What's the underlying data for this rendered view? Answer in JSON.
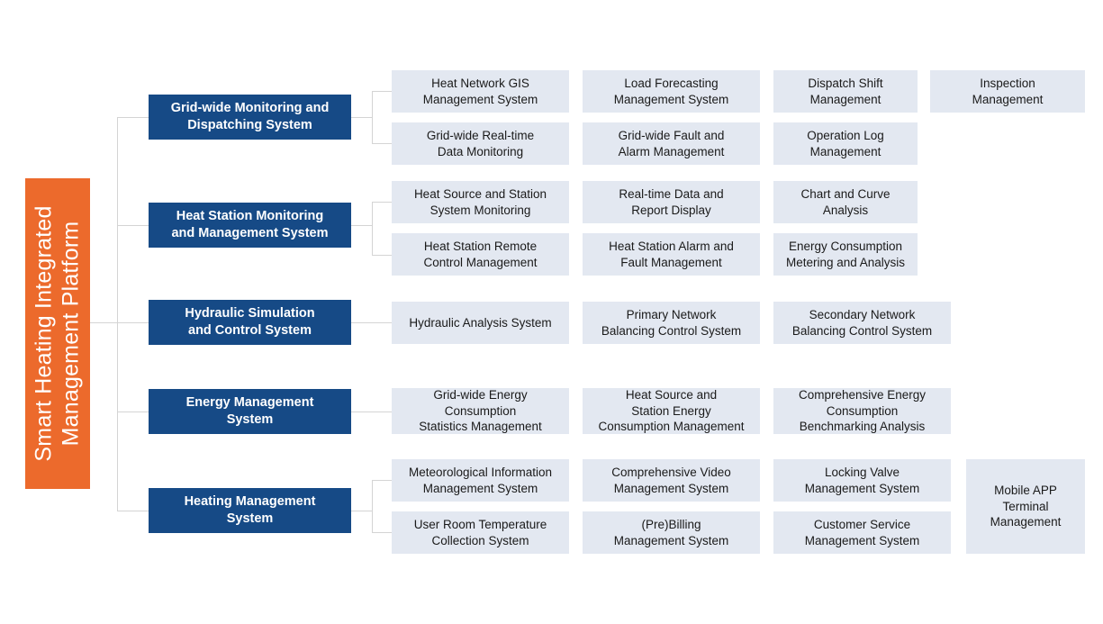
{
  "root": {
    "line1": "Smart Heating Integrated",
    "line2": "Management Platform",
    "color": "#ec6a2c"
  },
  "theme": {
    "level1_color": "#164a86",
    "level2_color": "#e3e8f1",
    "connector_color": "#d4d4d4",
    "background": "#ffffff"
  },
  "branches": [
    {
      "title_line1": "Grid-wide Monitoring and",
      "title_line2": "Dispatching System",
      "rows": [
        [
          {
            "line1": "Heat Network GIS",
            "line2": "Management System"
          },
          {
            "line1": "Load Forecasting",
            "line2": "Management System"
          },
          {
            "line1": "Dispatch Shift",
            "line2": "Management"
          },
          {
            "line1": "Inspection",
            "line2": "Management"
          }
        ],
        [
          {
            "line1": "Grid-wide Real-time",
            "line2": "Data Monitoring"
          },
          {
            "line1": "Grid-wide Fault and",
            "line2": "Alarm Management"
          },
          {
            "line1": "Operation Log",
            "line2": "Management"
          }
        ]
      ]
    },
    {
      "title_line1": "Heat Station Monitoring",
      "title_line2": "and Management System",
      "rows": [
        [
          {
            "line1": "Heat Source and Station",
            "line2": "System Monitoring"
          },
          {
            "line1": "Real-time Data and",
            "line2": "Report Display"
          },
          {
            "line1": "Chart and Curve",
            "line2": "Analysis"
          }
        ],
        [
          {
            "line1": "Heat Station Remote",
            "line2": "Control Management"
          },
          {
            "line1": "Heat Station Alarm and",
            "line2": "Fault Management"
          },
          {
            "line1": "Energy Consumption",
            "line2": "Metering and Analysis"
          }
        ]
      ]
    },
    {
      "title_line1": "Hydraulic Simulation",
      "title_line2": "and Control System",
      "rows": [
        [
          {
            "line1": "Hydraulic Analysis System",
            "line2": ""
          },
          {
            "line1": "Primary Network",
            "line2": "Balancing Control System"
          },
          {
            "line1": "Secondary Network",
            "line2": "Balancing Control System"
          }
        ]
      ]
    },
    {
      "title_line1": "Energy Management",
      "title_line2": "System",
      "rows": [
        [
          {
            "line1": "Grid-wide Energy",
            "line2": "Consumption",
            "line3": "Statistics Management"
          },
          {
            "line1": "Heat Source and",
            "line2": "Station Energy",
            "line3": "Consumption Management"
          },
          {
            "line1": "Comprehensive Energy",
            "line2": "Consumption",
            "line3": "Benchmarking Analysis"
          }
        ]
      ]
    },
    {
      "title_line1": "Heating Management",
      "title_line2": "System",
      "rows": [
        [
          {
            "line1": "Meteorological Information",
            "line2": "Management System"
          },
          {
            "line1": "Comprehensive Video",
            "line2": "Management System"
          },
          {
            "line1": "Locking Valve",
            "line2": "Management System"
          }
        ],
        [
          {
            "line1": "User Room Temperature",
            "line2": "Collection System"
          },
          {
            "line1": "(Pre)Billing",
            "line2": "Management System"
          },
          {
            "line1": "Customer Service",
            "line2": "Management System"
          }
        ]
      ],
      "spanning_box": {
        "line1": "Mobile APP",
        "line2": "Terminal",
        "line3": "Management"
      }
    }
  ]
}
